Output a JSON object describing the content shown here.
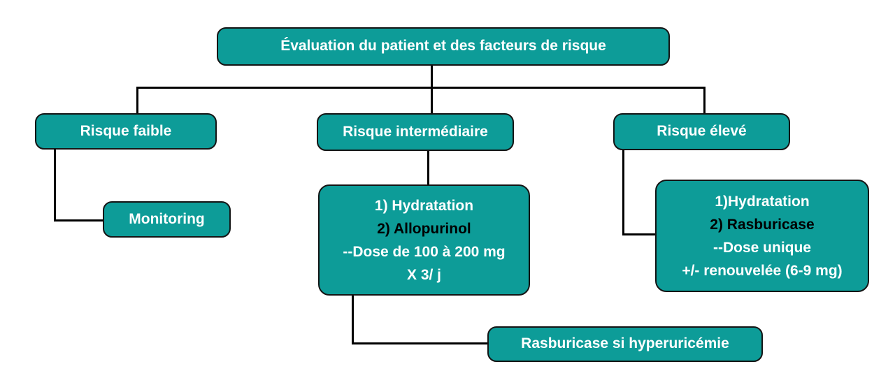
{
  "theme": {
    "background": "#ffffff",
    "box_fill": "#0d9c98",
    "box_border": "#141414",
    "line_color": "#000000",
    "text_white": "#ffffff",
    "text_black": "#000000"
  },
  "diagram": {
    "root": {
      "label": "Évaluation du patient et des facteurs de risque"
    },
    "low": {
      "label": "Risque faible"
    },
    "intermediate": {
      "label": "Risque intermédiaire"
    },
    "high": {
      "label": "Risque élevé"
    },
    "monitoring": {
      "label": "Monitoring"
    },
    "intermediate_detail": {
      "lines": [
        {
          "text": "1) Hydratation",
          "style": "color:#ffffff"
        },
        {
          "text": "2) Allopurinol",
          "style": "color:#000000"
        },
        {
          "text": "--Dose de 100 à 200 mg",
          "style": "color:#ffffff"
        },
        {
          "text": "X 3/ j",
          "style": "color:#ffffff"
        }
      ]
    },
    "high_detail": {
      "lines": [
        {
          "text": "1)Hydratation",
          "style": "color:#ffffff"
        },
        {
          "text": "2) Rasburicase",
          "style": "color:#000000"
        },
        {
          "text": "--Dose unique",
          "style": "color:#ffffff"
        },
        {
          "text": "+/- renouvelée (6-9 mg)",
          "style": "color:#ffffff"
        }
      ]
    },
    "rasburicase": {
      "label": "Rasburicase si hyperuricémie"
    }
  }
}
